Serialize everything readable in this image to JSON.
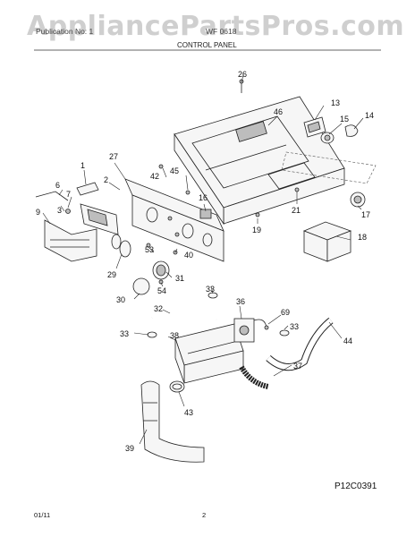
{
  "watermark": "AppliancePartsPros.com",
  "header": {
    "left_fragment": "Publication No: 1",
    "mid_fragment": "WF 0618",
    "section_title": "CONTROL PANEL"
  },
  "diagram_code": "P12C0391",
  "footer": {
    "date": "01/11",
    "page": "2"
  },
  "callouts": {
    "c1": "1",
    "c2": "2",
    "c3": "3",
    "c6": "6",
    "c7": "7",
    "c9": "9",
    "c13": "13",
    "c14": "14",
    "c15": "15",
    "c16": "16",
    "c17": "17",
    "c18": "18",
    "c19": "19",
    "c21": "21",
    "c26": "26",
    "c27": "27",
    "c29": "29",
    "c30": "30",
    "c31": "31",
    "c32": "32",
    "c33a": "33",
    "c33b": "33",
    "c33c": "33",
    "c36": "36",
    "c37": "37",
    "c38": "38",
    "c39": "39",
    "c40": "40",
    "c42": "42",
    "c43": "43",
    "c44": "44",
    "c45": "45",
    "c46": "46",
    "c53": "53",
    "c54": "54",
    "c69": "69"
  }
}
